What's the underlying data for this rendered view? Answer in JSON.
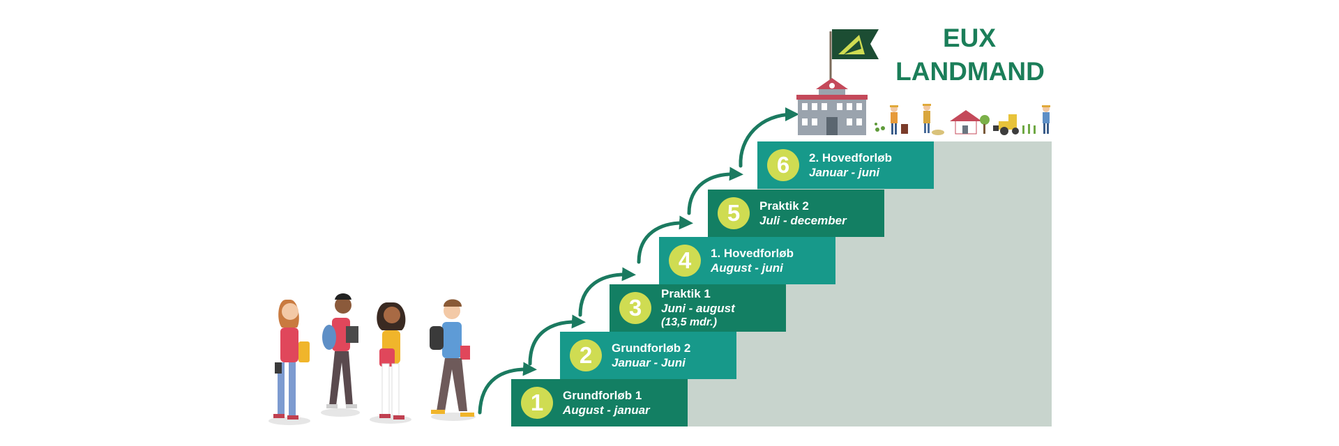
{
  "title": {
    "line1": "EUX",
    "line2": "LANDMAND"
  },
  "steps": [
    {
      "number": "1",
      "name": "Grundforløb 1",
      "period": "August - januar",
      "note": ""
    },
    {
      "number": "2",
      "name": "Grundforløb 2",
      "period": "Januar - Juni",
      "note": ""
    },
    {
      "number": "3",
      "name": "Praktik 1",
      "period": "Juni - august",
      "note": "(13,5 mdr.)"
    },
    {
      "number": "4",
      "name": "1. Hovedforløb",
      "period": "August - juni",
      "note": ""
    },
    {
      "number": "5",
      "name": "Praktik 2",
      "period": "Juli - december",
      "note": ""
    },
    {
      "number": "6",
      "name": "2. Hovedforløb",
      "period": "Januar - juni",
      "note": ""
    }
  ],
  "colors": {
    "step_dark": "#137f63",
    "step_light": "#17998a",
    "number_circle": "#cfdc52",
    "title": "#1b7e59",
    "stair_back": "#c8d4cd",
    "arrow": "#1b7a60",
    "flag": "#1c4d33",
    "flag_emblem": "#cfdc52"
  },
  "icons": [
    "flag-icon",
    "school-building-icon",
    "farmer-icon",
    "tractor-icon",
    "farmhouse-icon",
    "student-icon",
    "arrow-icon"
  ]
}
